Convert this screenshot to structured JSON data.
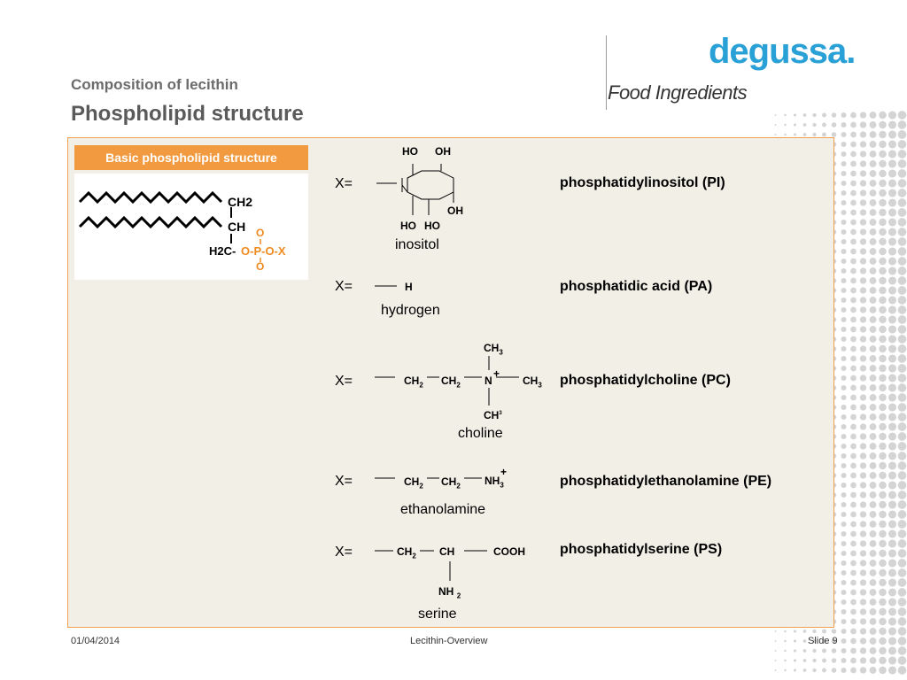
{
  "header": {
    "subtitle": "Composition of lecithin",
    "title": "Phospholipid structure"
  },
  "logo": {
    "brand": "degussa.",
    "division": "Food Ingredients"
  },
  "basic": {
    "label": "Basic phospholipid structure",
    "ch2_top": "CH2",
    "ch": "CH",
    "o_top": "O",
    "h2c": "H2C-",
    "opox": "O-P-O-X",
    "o_bottom": "O"
  },
  "rows": [
    {
      "x_label": "X=",
      "substituent": "inositol",
      "phospholipid": "phosphatidylinositol (PI)"
    },
    {
      "x_label": "X=",
      "substituent": "hydrogen",
      "phospholipid": "phosphatidic acid (PA)"
    },
    {
      "x_label": "X=",
      "substituent": "choline",
      "phospholipid": "phosphatidylcholine (PC)"
    },
    {
      "x_label": "X=",
      "substituent": "ethanolamine",
      "phospholipid": "phosphatidylethanolamine (PE)"
    },
    {
      "x_label": "X=",
      "substituent": "serine",
      "phospholipid": "phosphatidylserine (PS)"
    }
  ],
  "chem": {
    "inositol": {
      "ho_top": "HO",
      "oh_top": "OH",
      "oh_right": "OH",
      "ho_bl": "HO",
      "ho_br": "HO"
    },
    "hydrogen": {
      "h": "H"
    },
    "choline": {
      "ch3_top": "CH",
      "ch3_top_sub": "3",
      "ch2a": "CH",
      "ch2a_sub": "2",
      "ch2b": "CH",
      "ch2b_sub": "2",
      "n": "N",
      "plus": "+",
      "ch3_right": "CH",
      "ch3_right_sub": "3",
      "ch3_bottom": "CH",
      "ch3_bottom_sub": "3"
    },
    "ethanolamine": {
      "ch2a": "CH",
      "ch2a_sub": "2",
      "ch2b": "CH",
      "ch2b_sub": "2",
      "nh3": "NH",
      "nh3_sub": "3",
      "plus": "+"
    },
    "serine": {
      "ch2": "CH",
      "ch2_sub": "2",
      "ch": "CH",
      "cooh": "COOH",
      "nh2": "NH",
      "nh2_sub": "2"
    }
  },
  "footer": {
    "date": "01/04/2014",
    "center": "Lecithin-Overview",
    "slide": "Slide 9"
  }
}
